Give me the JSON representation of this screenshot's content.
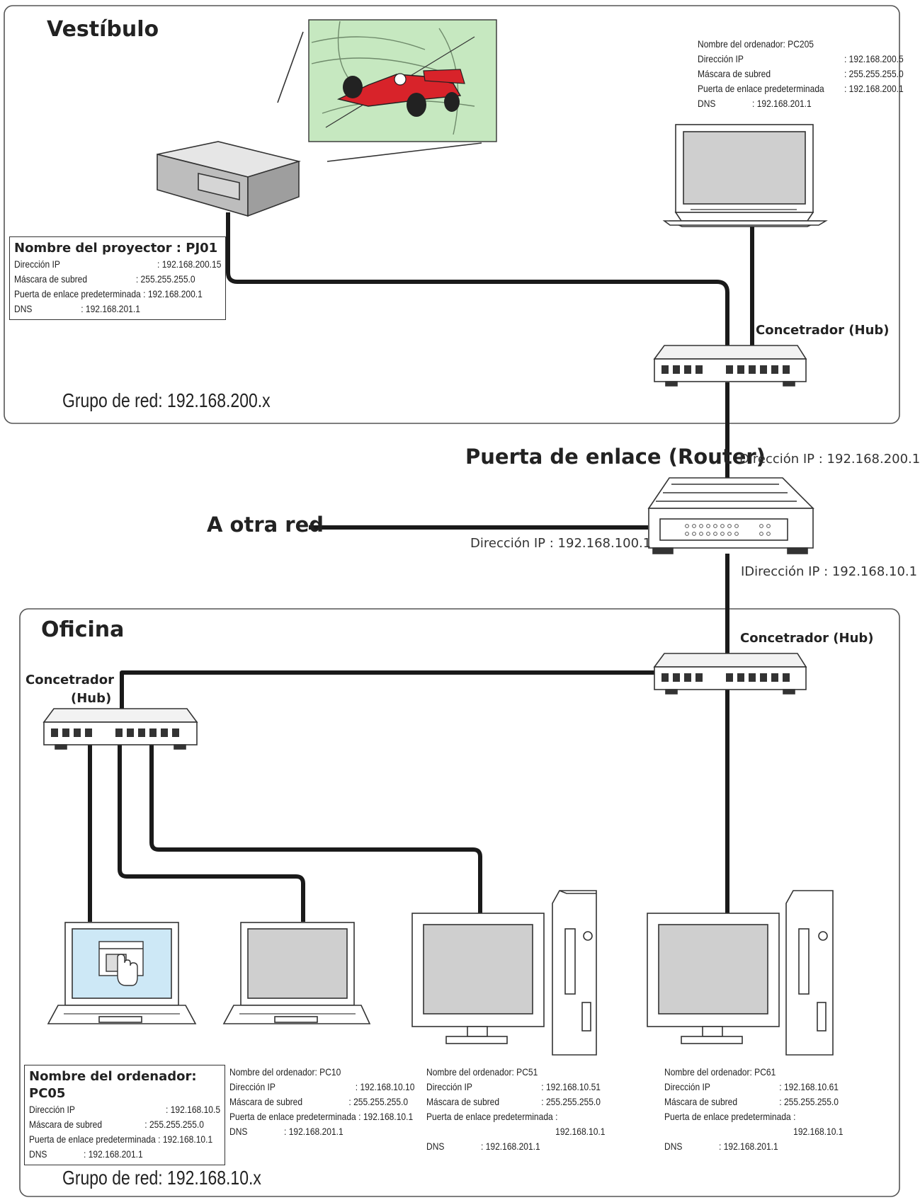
{
  "lobby": {
    "title": "Vestíbulo",
    "group": "Grupo de red: 192.168.200.x",
    "projector": {
      "title": "Nombre del proyector : PJ01",
      "rows": [
        {
          "k": "Dirección IP",
          "v": ": 192.168.200.15"
        },
        {
          "k": "Máscara de subred",
          "v": ": 255.255.255.0"
        },
        {
          "k": "Puerta de enlace predeterminada",
          "v": ": 192.168.200.1"
        },
        {
          "k": "DNS",
          "v": ": 192.168.201.1"
        }
      ]
    },
    "pc205": {
      "title": "Nombre del ordenador: PC205",
      "rows": [
        {
          "k": "Dirección IP",
          "v": ": 192.168.200.5"
        },
        {
          "k": "Máscara de subred",
          "v": ": 255.255.255.0"
        },
        {
          "k": "Puerta de enlace predeterminada",
          "v": ": 192.168.200.1"
        },
        {
          "k": "DNS",
          "v": ": 192.168.201.1"
        }
      ]
    },
    "hub_label": "Concetrador (Hub)"
  },
  "router": {
    "title": "Puerta de enlace (Router)",
    "ip_top": "Dirección IP : 192.168.200.1",
    "ip_left": "Dirección IP : 192.168.100.1",
    "ip_bottom": "IDirección IP : 192.168.10.1",
    "other_net": "A otra red"
  },
  "office": {
    "title": "Oficina",
    "group": "Grupo de red: 192.168.10.x",
    "hub_right_label": "Concetrador (Hub)",
    "hub_left_label_1": "Concetrador",
    "hub_left_label_2": "(Hub)",
    "pc05": {
      "title": "Nombre del ordenador: PC05",
      "rows": [
        {
          "k": "Dirección IP",
          "v": ": 192.168.10.5"
        },
        {
          "k": "Máscara de subred",
          "v": ": 255.255.255.0"
        },
        {
          "k": "Puerta de enlace predeterminada",
          "v": ": 192.168.10.1"
        },
        {
          "k": "DNS",
          "v": ": 192.168.201.1"
        }
      ]
    },
    "pc10": {
      "title": "Nombre del ordenador: PC10",
      "rows": [
        {
          "k": "Dirección IP",
          "v": ": 192.168.10.10"
        },
        {
          "k": "Máscara de subred",
          "v": ": 255.255.255.0"
        },
        {
          "k": "Puerta de enlace predeterminada",
          "v": ": 192.168.10.1"
        },
        {
          "k": "DNS",
          "v": ": 192.168.201.1"
        }
      ]
    },
    "pc51": {
      "title": "Nombre del ordenador: PC51",
      "rows": [
        {
          "k": "Dirección IP",
          "v": ": 192.168.10.51"
        },
        {
          "k": "Máscara de subred",
          "v": ": 255.255.255.0"
        },
        {
          "k": "Puerta de enlace predeterminada",
          "v": ": 192.168.10.1"
        },
        {
          "k": "DNS",
          "v": ": 192.168.201.1"
        }
      ]
    },
    "pc61": {
      "title": "Nombre del ordenador: PC61",
      "rows": [
        {
          "k": "Dirección IP",
          "v": ": 192.168.10.61"
        },
        {
          "k": "Máscara de subred",
          "v": ": 255.255.255.0"
        },
        {
          "k": "Puerta de enlace predeterminada",
          "v": ": 192.168.10.1"
        },
        {
          "k": "DNS",
          "v": ": 192.168.201.1"
        }
      ]
    }
  },
  "colors": {
    "cable": "#1a1a1a",
    "screen_green": "#c6e8c0",
    "screen_blue": "#cde8f6",
    "device_gray": "#cfcfcf",
    "car_red": "#d8232a"
  }
}
